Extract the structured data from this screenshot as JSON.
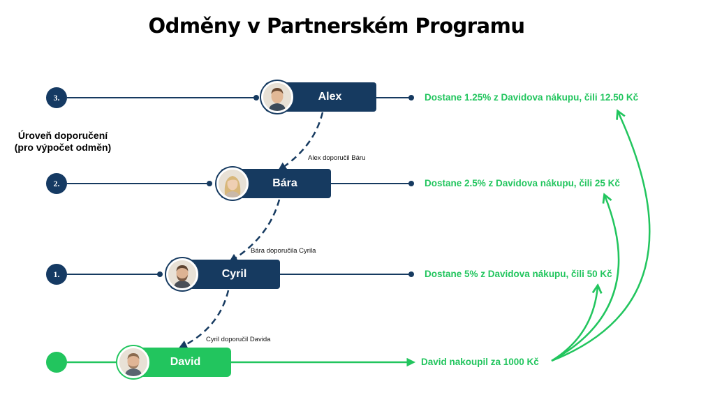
{
  "title": "Odměny v Partnerském Programu",
  "side_label_line1": "Úroveň doporučení",
  "side_label_line2": "(pro výpočet odměn)",
  "levels": [
    {
      "badge": "3.",
      "name": "Alex",
      "reward": "Dostane 1.25% z Davidova nákupu, čili 12.50 Kč",
      "avatar": "man-avatar"
    },
    {
      "badge": "2.",
      "name": "Bára",
      "reward": "Dostane 2.5% z Davidova nákupu, čili 25 Kč",
      "avatar": "woman-avatar"
    },
    {
      "badge": "1.",
      "name": "Cyril",
      "reward": "Dostane 5% z Davidova nákupu, čili 50 Kč",
      "avatar": "bearded-man-avatar"
    }
  ],
  "buyer": {
    "name": "David",
    "purchase": "David nakoupil za 1000 Kč",
    "avatar": "man-avatar"
  },
  "referrals": [
    "Alex doporučil Báru",
    "Bára doporučila Cyrila",
    "Cyril doporučil Davida"
  ],
  "colors": {
    "navy": "#163a60",
    "green": "#22c55e"
  }
}
